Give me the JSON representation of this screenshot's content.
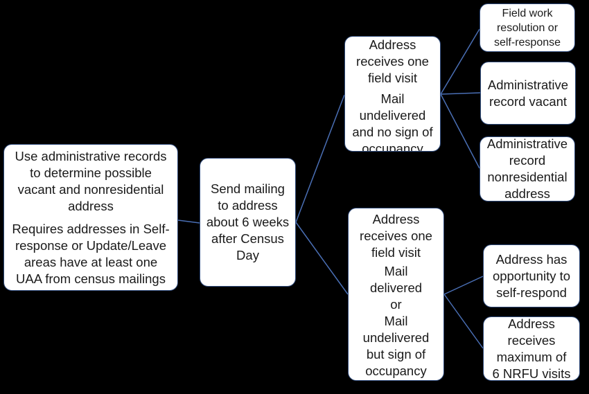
{
  "colors": {
    "background": "#000000",
    "box_fill": "#ffffff",
    "box_border": "#2f4b7c",
    "connector": "#4a6fb5",
    "text": "#1a1a1a"
  },
  "nodes": {
    "root": {
      "line1": "Use administrative records",
      "line2": "to determine possible",
      "line3": "vacant and nonresidential",
      "line4": "address",
      "line5": "Requires addresses in Self-",
      "line6": "response or Update/Leave",
      "line7": "areas have at least one",
      "line8": "UAA from census mailings"
    },
    "send_mailing": {
      "line1": "Send mailing",
      "line2": "to address",
      "line3": "about 6 weeks",
      "line4": "after Census",
      "line5": "Day"
    },
    "upper_branch": {
      "line1": "Address",
      "line2": "receives one",
      "line3": "field visit",
      "line4": "Mail",
      "line5": "undelivered",
      "line6": "and no sign of",
      "line7": "occupancy"
    },
    "lower_branch": {
      "line1": "Address",
      "line2": "receives one",
      "line3": "field visit",
      "line4": "Mail",
      "line5": "delivered",
      "line6": "or",
      "line7": "Mail",
      "line8": "undelivered",
      "line9": "but sign of",
      "line10": "occupancy"
    },
    "field_work": {
      "line1": "Field work",
      "line2": "resolution or",
      "line3": "self-response"
    },
    "admin_vacant": {
      "line1": "Administrative",
      "line2": "record vacant"
    },
    "admin_nonres": {
      "line1": "Administrative",
      "line2": "record",
      "line3": "nonresidential",
      "line4": "address"
    },
    "self_respond": {
      "line1": "Address has",
      "line2": "opportunity to",
      "line3": "self-respond"
    },
    "nrfu_visits": {
      "line1": "Address",
      "line2": "receives",
      "line3": "maximum of",
      "line4": "6 NRFU visits"
    }
  }
}
